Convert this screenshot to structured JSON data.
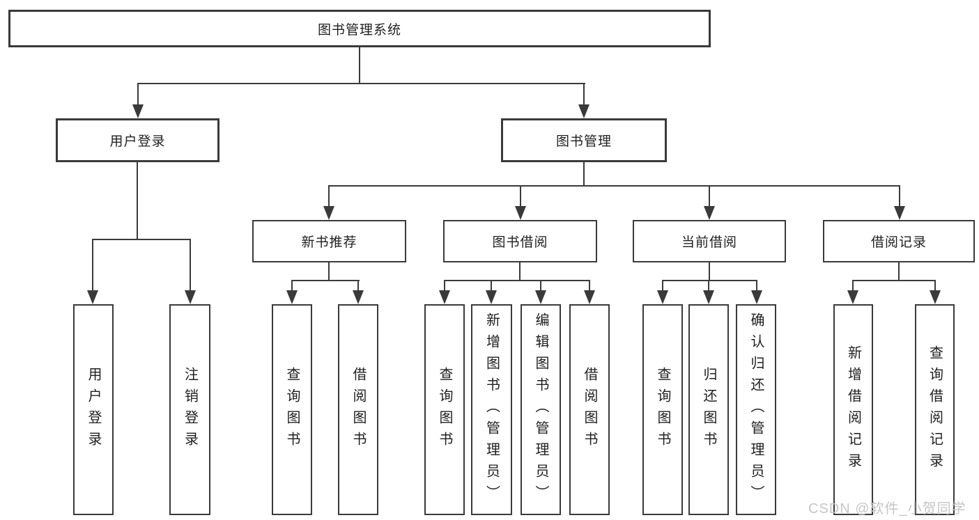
{
  "diagram": {
    "type": "hierarchy-flowchart",
    "line_color": "#3a3a3a",
    "box_background": "#ffffff",
    "tree": {
      "root": "图书管理系统",
      "user_login": {
        "label": "用户登录",
        "children": [
          "用户登录",
          "注销登录"
        ]
      },
      "book_mgmt": {
        "label": "图书管理",
        "sections": {
          "new_book": {
            "label": "新书推荐",
            "children": [
              "查询图书",
              "借阅图书"
            ]
          },
          "borrow": {
            "label": "图书借阅",
            "children": [
              "查询图书",
              "新增图书（管理员）",
              "编辑图书（管理员）",
              "借阅图书"
            ]
          },
          "current": {
            "label": "当前借阅",
            "children": [
              "查询图书",
              "归还图书",
              "确认归还（管理员）"
            ]
          },
          "records": {
            "label": "借阅记录",
            "children": [
              "新增借阅记录",
              "查询借阅记录"
            ]
          }
        }
      }
    }
  },
  "watermark": {
    "text": "CSDN @软件_小贺同学",
    "color": "#c6c6c6"
  }
}
